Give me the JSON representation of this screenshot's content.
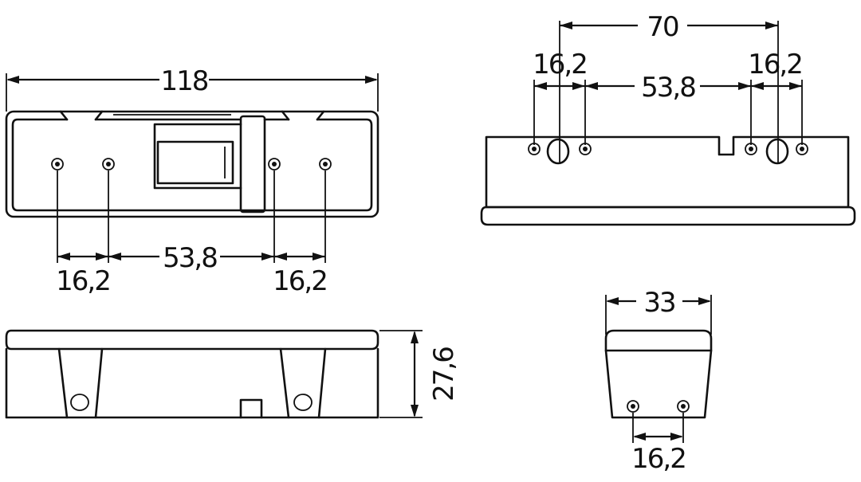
{
  "dimensions": {
    "top_view_overall_width": "118",
    "top_view_left_spacing": "16,2",
    "top_view_center_spacing": "53,8",
    "top_view_right_spacing": "16,2",
    "front_view_height": "27,6",
    "rear_view_center_holes": "70",
    "rear_view_left_spacing": "16,2",
    "rear_view_center_spacing": "53,8",
    "rear_view_right_spacing": "16,2",
    "end_view_width": "33",
    "end_view_hole_spacing": "16,2"
  }
}
